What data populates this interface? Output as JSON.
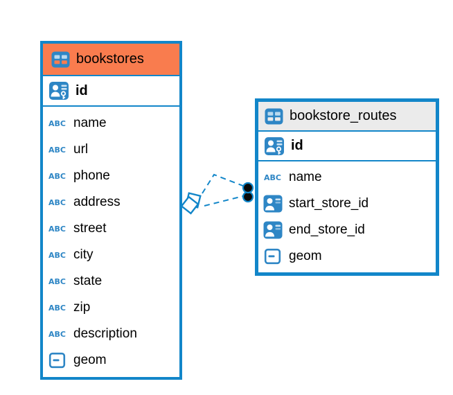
{
  "icons": {
    "text_type_label": "ABC"
  },
  "colors": {
    "accent_blue": "#1286c9",
    "icon_blue": "#2e86c5",
    "bookstores_header_bg": "#f97c4e",
    "bookstore_routes_header_bg": "#ebebeb",
    "relationship_line": "#1286c9",
    "text": "#000000"
  },
  "tables": [
    {
      "title": "bookstores",
      "primary_key": "id",
      "columns": [
        {
          "name": "name",
          "type": "text"
        },
        {
          "name": "url",
          "type": "text"
        },
        {
          "name": "phone",
          "type": "text"
        },
        {
          "name": "address",
          "type": "text"
        },
        {
          "name": "street",
          "type": "text"
        },
        {
          "name": "city",
          "type": "text"
        },
        {
          "name": "state",
          "type": "text"
        },
        {
          "name": "zip",
          "type": "text"
        },
        {
          "name": "description",
          "type": "text"
        },
        {
          "name": "geom",
          "type": "geometry"
        }
      ]
    },
    {
      "title": "bookstore_routes",
      "primary_key": "id",
      "columns": [
        {
          "name": "name",
          "type": "text"
        },
        {
          "name": "start_store_id",
          "type": "reference"
        },
        {
          "name": "end_store_id",
          "type": "reference"
        },
        {
          "name": "geom",
          "type": "geometry"
        }
      ]
    }
  ],
  "relationship": {
    "from_table": "bookstore_routes",
    "to_table": "bookstores",
    "line_style": "dashed"
  }
}
